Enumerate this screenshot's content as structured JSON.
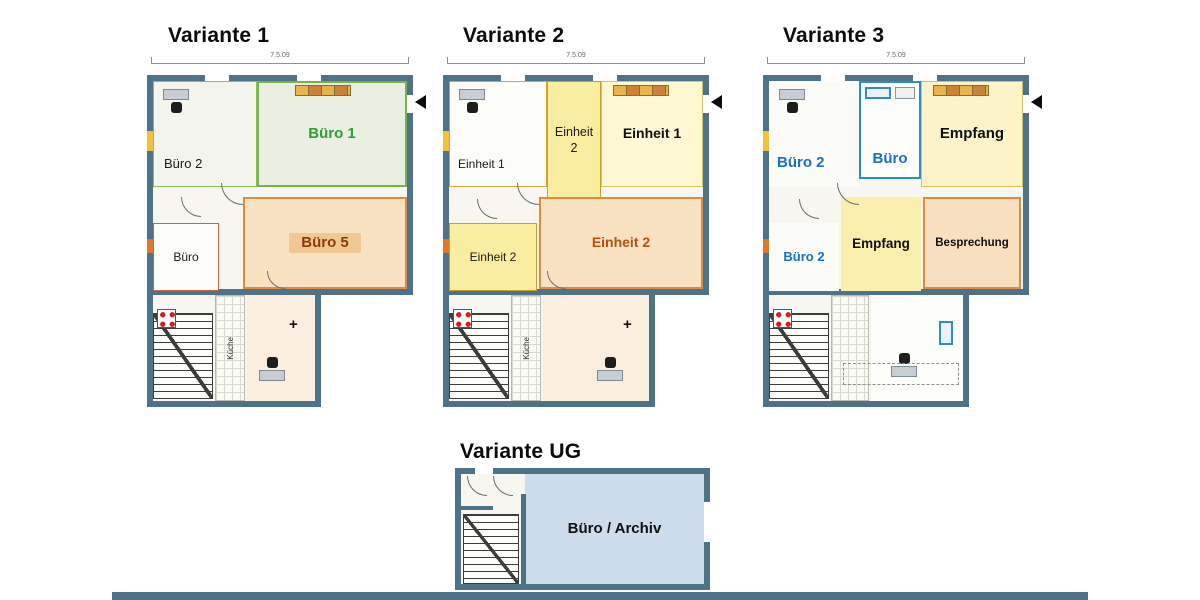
{
  "dimension_label": "7.5.09",
  "icons": {
    "plus": "+",
    "entrance_arrow": "left-pointing-triangle"
  },
  "variants": [
    {
      "title": "Variante 1",
      "rooms": {
        "top_left": "Büro 2",
        "top_right": "Büro 1",
        "mid_left": "Büro",
        "mid_right": "Büro 5",
        "kitchen": "Küche"
      }
    },
    {
      "title": "Variante 2",
      "rooms": {
        "top_left": "Einheit 1",
        "top_mid_line1": "Einheit",
        "top_mid_line2": "2",
        "top_right": "Einheit 1",
        "mid_left": "Einheit 2",
        "mid_right": "Einheit 2",
        "kitchen": "Küche"
      }
    },
    {
      "title": "Variante 3",
      "rooms": {
        "top_left": "Büro 2",
        "top_mid": "Büro",
        "top_right": "Empfang",
        "mid_left": "Büro 2",
        "mid_center": "Empfang",
        "mid_right": "Besprechung"
      }
    }
  ],
  "basement": {
    "title": "Variante UG",
    "room": "Büro / Archiv"
  },
  "colors": {
    "wall": "#4e7287",
    "buero1_room": "#e9f0e2",
    "buero1_text": "#2f9e33",
    "buero5_room": "#f9e2c2",
    "buero5_text": "#8a3a10",
    "einheit_yellow": "#f8eda0",
    "einheit_pale_yellow": "#fdf7d2",
    "einheit2_text": "#b5500f",
    "blue_label": "#1a6fc0",
    "blue_wall": "#2f8ccc",
    "orange_wall": "#e08a3c",
    "basement_room": "#cddcea",
    "stove_dots": "#cf2020"
  }
}
